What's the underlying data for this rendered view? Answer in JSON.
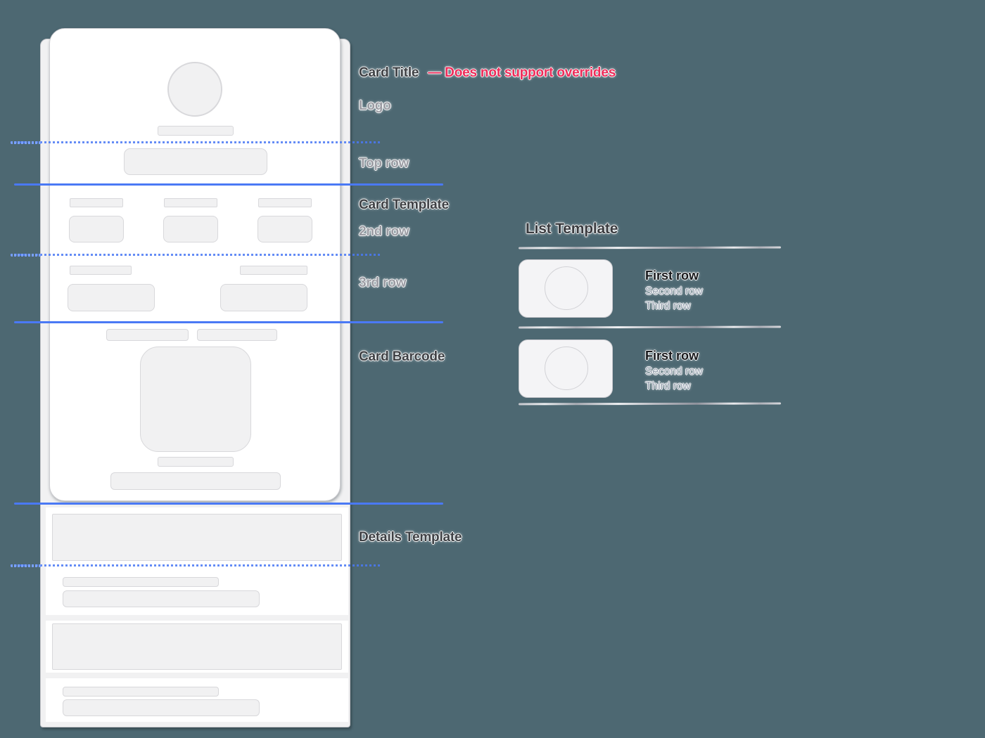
{
  "colors": {
    "background": "#4d6872",
    "guide_blue": "#4a79f5",
    "note_pink": "#ee2b59",
    "label_dark": "#3e4044",
    "label_gray": "#9b9ca3",
    "list_primary": "#17181b",
    "list_secondary": "#98a2b0",
    "placeholder_fill": "#f1f1f2",
    "placeholder_border": "#d8d8db",
    "card_white": "#ffffff",
    "separator_gray": "#c2c3c9"
  },
  "annotations": {
    "card_title": {
      "label": "Card Title",
      "note": "— Does not support overrides"
    },
    "logo": "Logo",
    "top_row": "Top row",
    "card_template": "Card Template",
    "second_row": "2nd row",
    "third_row": "3rd row",
    "card_barcode": "Card Barcode",
    "details_template": "Details Template"
  },
  "list_template": {
    "title": "List Template",
    "items": [
      {
        "first_row": "First row",
        "second_row": "Second row",
        "third_row": "Third row"
      },
      {
        "first_row": "First row",
        "second_row": "Second row",
        "third_row": "Third row"
      }
    ]
  }
}
